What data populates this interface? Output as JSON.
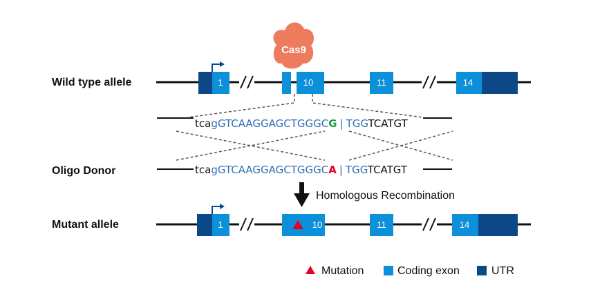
{
  "labels": {
    "wild_type": "Wild type allele",
    "oligo": "Oligo Donor",
    "mutant": "Mutant allele"
  },
  "cas9": "Cas9",
  "step": "Homologous  Recombination",
  "exons": {
    "e1": "1",
    "e10": "10",
    "e11": "11",
    "e14": "14"
  },
  "wt_sequence": {
    "lower_prefix": "tca",
    "blue_part": "gGTCAAGGAGCTGGGC",
    "base": "G",
    "bar": "|",
    "pam": "TGG",
    "suffix": "TCATGT"
  },
  "donor_sequence": {
    "lower_prefix": "tca",
    "blue_part": "gGTCAAGGAGCTGGGC",
    "base": "A",
    "bar": "|",
    "pam": "TGG",
    "suffix": "TCATGT"
  },
  "legend": {
    "mutation": "Mutation",
    "coding_exon": "Coding exon",
    "utr": "UTR"
  },
  "colors": {
    "coding_exon": "#0b90d9",
    "utr": "#0c4787",
    "cas9": "#ef7b5f",
    "sequence_blue": "#2f6fb3",
    "wt_base": "#1e9e3a",
    "mutation": "#e5002b"
  }
}
